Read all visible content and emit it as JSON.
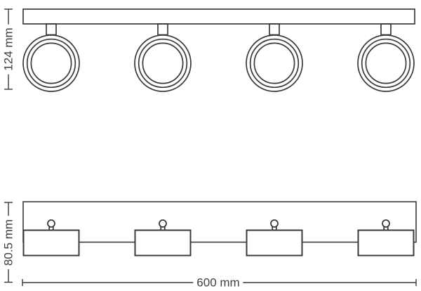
{
  "diagram": {
    "title": "luminaire-dimension-drawing",
    "colors": {
      "line": "#3a3a3a",
      "text": "#404040",
      "background": "#ffffff"
    },
    "dimensions": {
      "front_height": {
        "label": "124 mm"
      },
      "side_height": {
        "label": "80.5 mm"
      },
      "overall_width": {
        "label": "600 mm"
      }
    },
    "views": {
      "front": {
        "spot_count": "4"
      },
      "side": {
        "spot_count": "4"
      }
    }
  }
}
